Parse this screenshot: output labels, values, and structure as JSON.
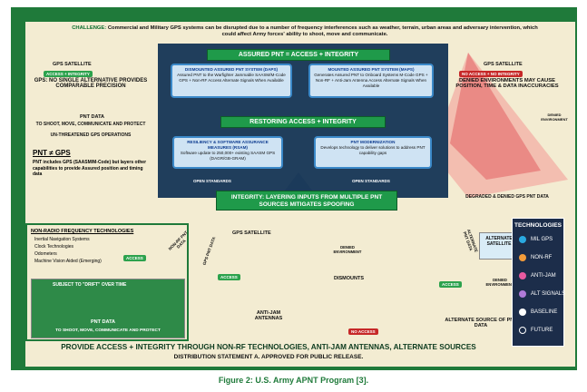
{
  "challenge": {
    "prefix": "CHALLENGE:",
    "line1": "Commercial and Military GPS systems can be disrupted due to a number of frequency interferences such as weather, terrain, urban areas and adversary intervention, which",
    "line2": "could affect Army forces' ability to shoot, move and communicate."
  },
  "top_center": {
    "assured": "ASSURED PNT = ACCESS + INTEGRITY",
    "restoring": "RESTORING ACCESS + INTEGRITY",
    "integrity": "INTEGRITY: LAYERING INPUTS FROM MULTIPLE PNT SOURCES MITIGATES SPOOFING"
  },
  "boxes": {
    "dismounted_h": "DISMOUNTED ASSURED PNT SYSTEM (DAPS)",
    "dismounted_b": "Assured PNT to the Warfighter Jammable SAASM/M-Code GPS + Non-RF Access Alternate Signals When Available",
    "mounted_h": "MOUNTED ASSURED PNT SYSTEM (MAPS)",
    "mounted_b": "Generates Assured PNT to Onboard Systems M-Code GPS + Non-RF + Anti-Jam Antenna Access Alternate Signals When Available",
    "resiliency_h": "RESILIENCY & SOFTWARE ASSURANCE MEASURES (RSAM)",
    "resiliency_b": "Software update to 250,000+ existing SAASM GPS (DAGR/GB-GRAM)",
    "modern_h": "PNT MODERNIZATION",
    "modern_b": "Develops technology to deliver solutions to address PNT capability gaps"
  },
  "left_top": {
    "sat": "GPS SATELLITE",
    "access": "ACCESS + INTEGRITY",
    "no_alt": "GPS: NO SINGLE ALTERNATIVE PROVIDES COMPARABLE PRECISION",
    "pnt_data": "PNT DATA",
    "smc": "TO SHOOT, MOVE, COMMUNICATE AND PROTECT",
    "unthreat": "UN-THREATENED GPS OPERATIONS"
  },
  "pnt_gps": {
    "title": "PNT ≠ GPS",
    "body": "PNT includes GPS (SAASM/M-Code) but layers other capabilities to provide Assured position and timing data"
  },
  "nonradio": {
    "title": "NON-RADIO FREQUENCY TECHNOLOGIES",
    "items": [
      "Inertial Navigation Systems",
      "Clock Technologies",
      "Odometers",
      "Machine Vision Aided (Emerging)"
    ],
    "access": "ACCESS",
    "nonrf": "NON-RF PNT DATA",
    "drift": "SUBJECT TO \"DRIFT\" OVER TIME",
    "pnt_data": "PNT DATA",
    "smc": "TO SHOOT, MOVE, COMMUNICATE AND PROTECT"
  },
  "right_top": {
    "sat": "GPS SATELLITE",
    "no_access": "NO ACCESS + NO INTEGRITY",
    "denied_env": "DENIED ENVIRONMENTS MAY CAUSE POSITION, TIME & DATA INACCURACIES",
    "denied_small": "DENIED ENVIRONMENT",
    "degraded": "DEGRADED & DENIED GPS PNT DATA"
  },
  "open_standards": "OPEN STANDARDS",
  "center_bottom": {
    "sat": "GPS SATELLITE",
    "access": "ACCESS",
    "gps_data": "GPS PNT DATA",
    "denied": "DENIED ENVIRONMENT",
    "dismounts": "DISMOUNTS",
    "antijam": "ANTI-JAM ANTENNAS",
    "no_access": "NO ACCESS"
  },
  "right_bottom": {
    "alt_sat": "ALTERNATE SATELLITE",
    "alt_data": "ALTERNATE PNT DATA",
    "access": "ACCESS",
    "denied": "DENIED ENVIRONMENT",
    "alt_source": "ALTERNATE SOURCE OF PNT DATA"
  },
  "legend": {
    "title": "TECHNOLOGIES",
    "items": [
      {
        "label": "MIL GPS",
        "color": "#2aa9e0"
      },
      {
        "label": "NON-RF",
        "color": "#f39c3a"
      },
      {
        "label": "ANTI-JAM",
        "color": "#e85aa0"
      },
      {
        "label": "ALT SIGNALS",
        "color": "#b07ad8"
      },
      {
        "label": "BASELINE",
        "color": "#ffffff"
      },
      {
        "label": "FUTURE",
        "color": "#1c2d4a"
      }
    ]
  },
  "bottom_banner": "PROVIDE ACCESS + INTEGRITY THROUGH NON-RF TECHNOLOGIES, ANTI-JAM ANTENNAS, ALTERNATE SOURCES",
  "distribution": "DISTRIBUTION STATEMENT A. APPROVED FOR PUBLIC RELEASE.",
  "caption": "Figure 2:  U.S. Army APNT Program [3]."
}
